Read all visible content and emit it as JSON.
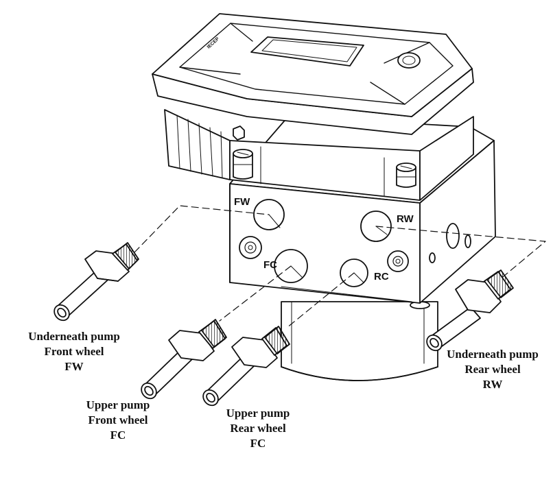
{
  "ports": {
    "fw": "FW",
    "rw": "RW",
    "fc": "FC",
    "rc": "RC"
  },
  "callouts": {
    "underneath_front": {
      "line1": "Underneath pump",
      "line2": "Front wheel",
      "line3": "FW"
    },
    "upper_front": {
      "line1": "Upper pump",
      "line2": "Front wheel",
      "line3": "FC"
    },
    "upper_rear": {
      "line1": "Upper pump",
      "line2": "Rear wheel",
      "line3": "FC"
    },
    "underneath_rear": {
      "line1": "Underneath pump",
      "line2": "Rear wheel",
      "line3": "RW"
    }
  },
  "cover_marking": "IECEP"
}
